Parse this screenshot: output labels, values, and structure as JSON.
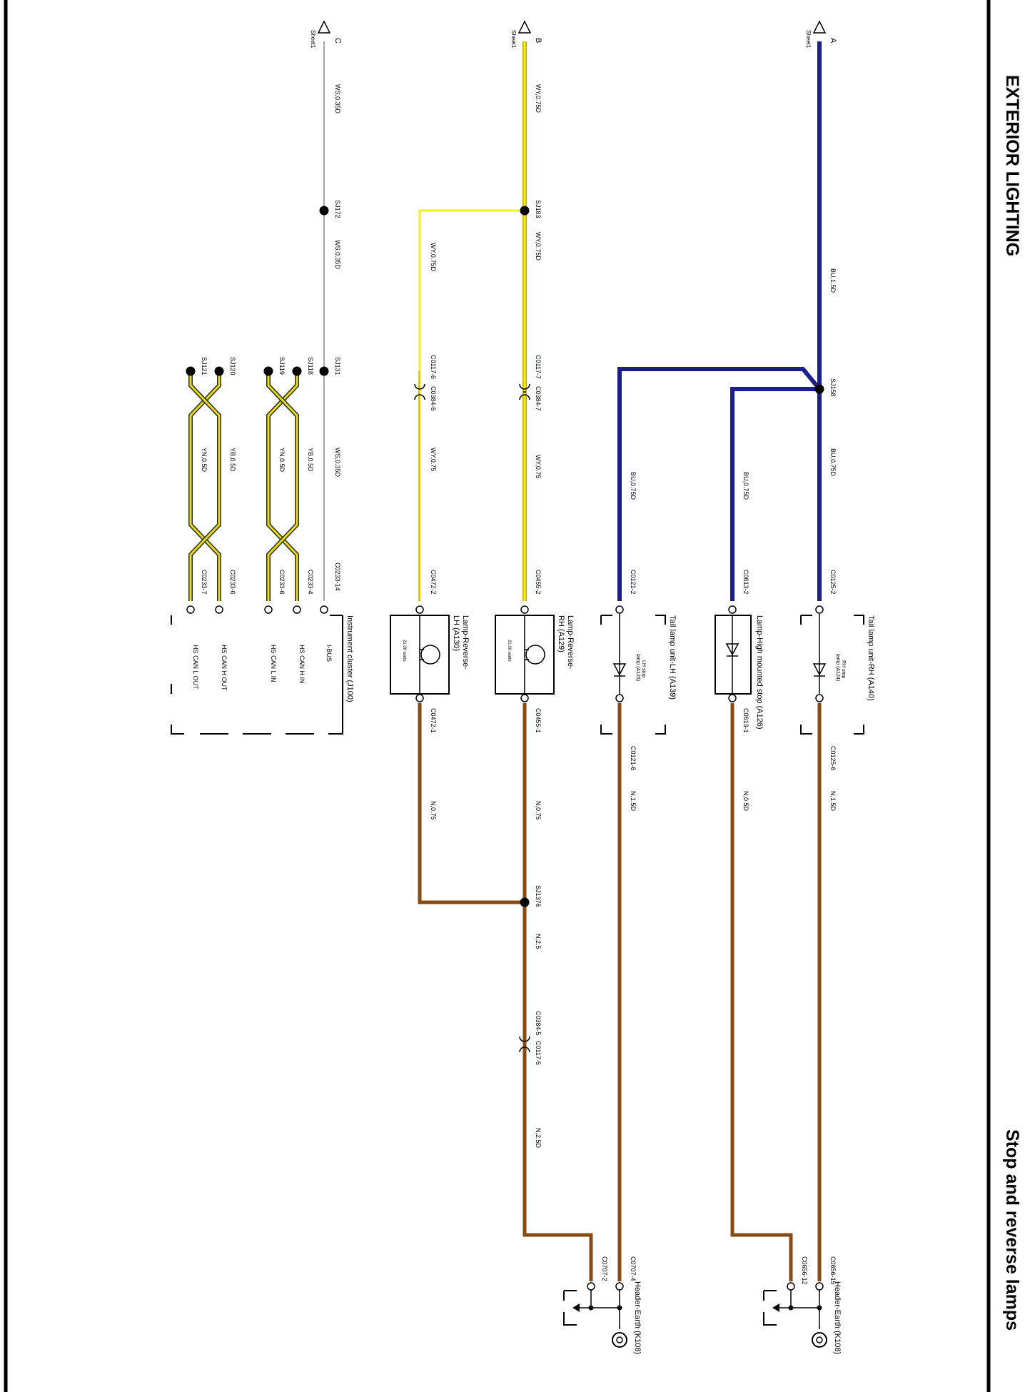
{
  "header": {
    "section": "EXTERIOR LIGHTING",
    "subject": "Stop and reverse lamps"
  },
  "colors": {
    "blue": "#1a1f8c",
    "yellow": "#f2ee1e",
    "yellow_dark": "#c9a800",
    "brown": "#8a4a12",
    "grey": "#a8a8a8",
    "twisted_dark": "#1e3a1a"
  },
  "sheet_refs": {
    "A": {
      "letter": "A",
      "sheet": "Sheet1"
    },
    "B": {
      "letter": "B",
      "sheet": "Sheet1"
    },
    "C": {
      "letter": "C",
      "sheet": "Sheet1"
    }
  },
  "wires": {
    "a_bu15": "BU,1.5D",
    "a_bu075": "BU,0.75D",
    "hms_bu075": "BU,0.75D",
    "lh_bu075": "BU,0.75D",
    "b_wy075d_1": "WY,0.75D",
    "b_wy075d_2": "WY,0.75D",
    "b_wy075": "WY,0.75",
    "lh_wy075d": "WY,0.75D",
    "lh_wy075": "WY,0.75",
    "c_ws035d_1": "WS,0.35D",
    "c_ws035d_2": "WS,0.35D",
    "c_ws035d_3": "WS,0.35D",
    "yb_1": "YB,0.5D",
    "yn_1": "YN,0.5D",
    "yb_2": "YB,0.5D",
    "yn_2": "YN,0.5D",
    "rh_n15": "N,1.5D",
    "hms_n05": "N,0.5D",
    "lh_n15": "N,1.5D",
    "rev_rh_n075": "N,0.75",
    "rev_lh_n075": "N,0.75",
    "n25_1": "N,2.5",
    "n25_2": "N,2.5D"
  },
  "splices": {
    "sj158": "SJ158",
    "sj183": "SJ183",
    "sj172": "SJ172",
    "sj131": "SJ131",
    "sj118": "SJ118",
    "sj119": "SJ119",
    "sj120": "SJ120",
    "sj121": "SJ121",
    "sj1376": "SJ1376"
  },
  "connectors": {
    "c0125_2": "C0125-2",
    "c0613_2": "C0613-2",
    "c0121_2": "C0121-2",
    "c0455_2": "C0455-2",
    "c0472_2": "C0472-2",
    "c0233_14": "C0233-14",
    "c0233_4": "C0233-4",
    "c0233_6a": "C0233-6",
    "c0233_6b": "C0233-6",
    "c0233_7": "C0233-7",
    "c0117_7": "C0117-7",
    "c0384_7": "C0384-7",
    "c0117_6": "C0117-6",
    "c0384_6": "C0384-6",
    "c0125_6": "C0125-6",
    "c0613_1": "C0613-1",
    "c0121_6": "C0121-6",
    "c0455_1": "C0455-1",
    "c0472_1": "C0472-1",
    "c0384_5": "C0384-5",
    "c0117_5": "C0117-5",
    "c0656_15": "C0656-15",
    "c0656_12": "C0656-12",
    "c0707_4": "C0707-4",
    "c0707_2": "C0707-2"
  },
  "components": {
    "tail_rh": "Tail lamp unit-RH (A140)",
    "tail_rh_inner_1": "RH stop",
    "tail_rh_inner_2": "lamp (A124)",
    "hms": "Lamp-High mounted stop (A126)",
    "tail_lh": "Tail lamp unit-LH (A139)",
    "tail_lh_inner_1": "LH stop",
    "tail_lh_inner_2": "lamp (A125)",
    "rev_rh_1": "Lamp-Reverse-",
    "rev_rh_2": "RH (A129)",
    "rev_lh_1": "Lamp-Reverse-",
    "rev_lh_2": "LH (A130)",
    "watts_rh": "21.00 watts",
    "watts_lh": "21.00 watts",
    "cluster": "Instrument cluster (J100)",
    "ibus": "I-BUS",
    "hs_can_h_in": "HS CAN H IN",
    "hs_can_l_in": "HS CAN L IN",
    "hs_can_h_out": "HS CAN H OUT",
    "hs_can_l_out": "HS CAN L OUT",
    "earth_a": "Header-Earth (K108)",
    "earth_b": "Header-Earth (K108)"
  }
}
